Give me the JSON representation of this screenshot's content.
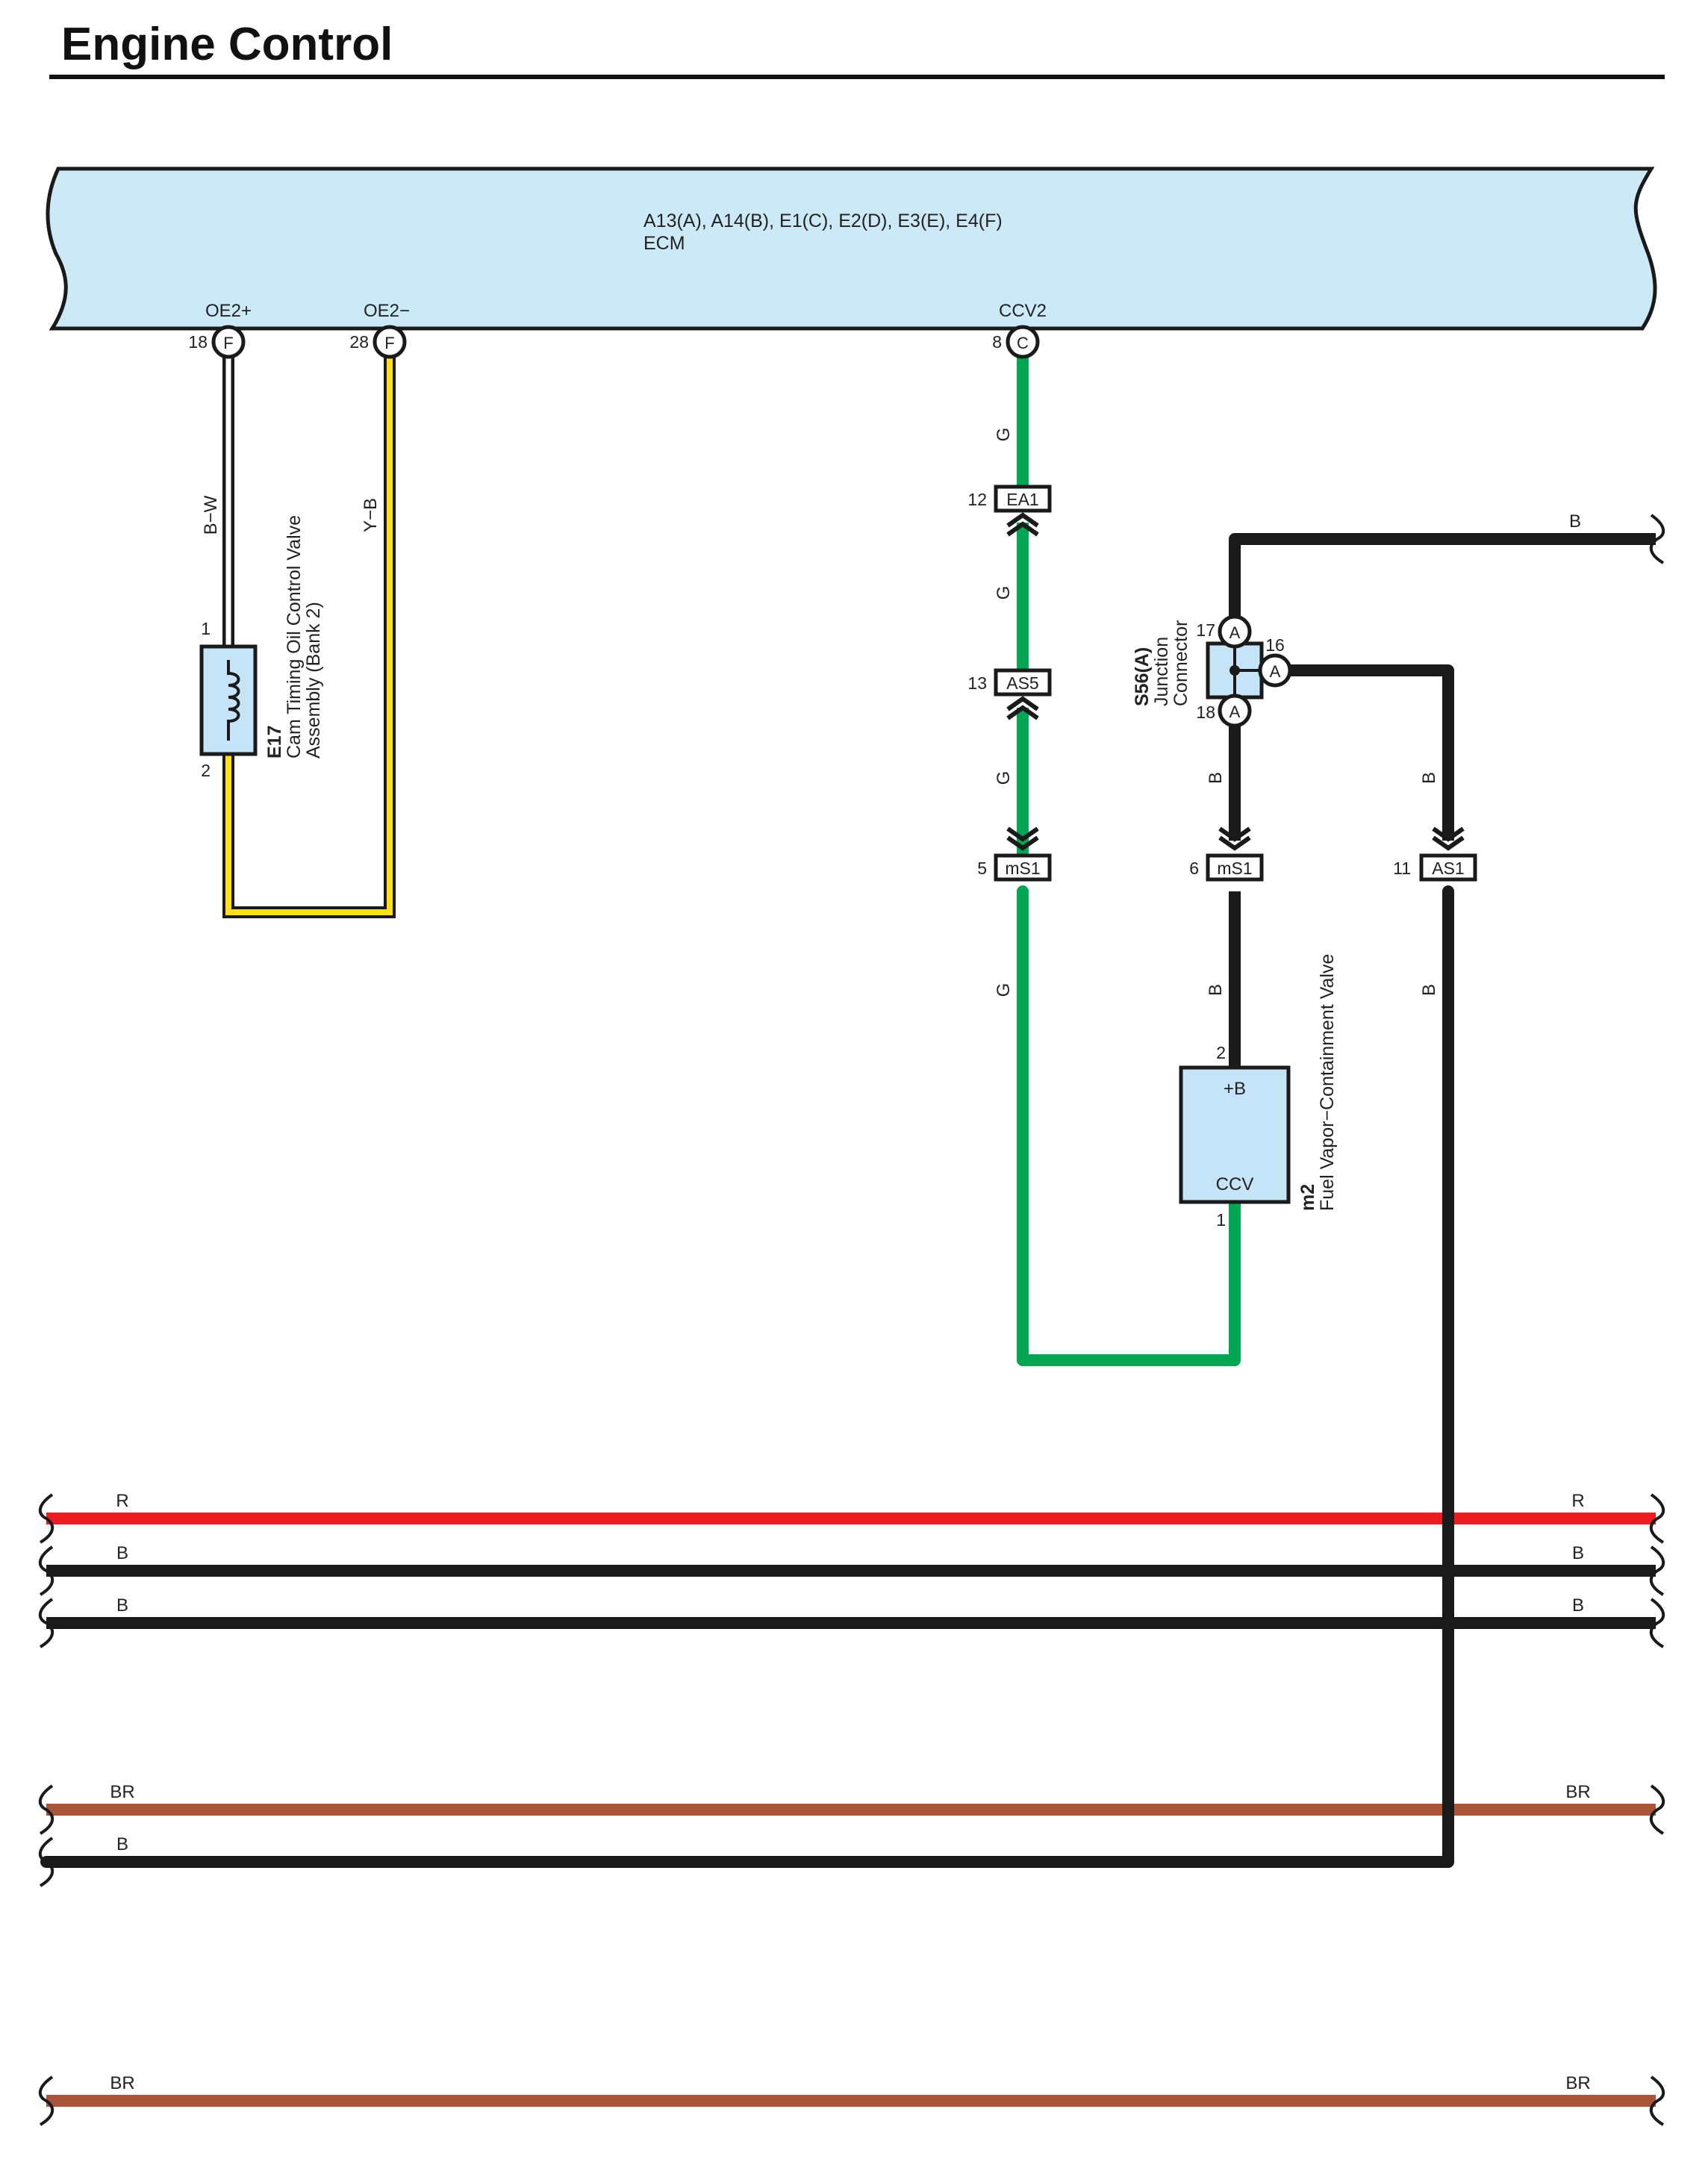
{
  "title": "Engine Control",
  "colors": {
    "ecm_fill": "#cce9f8",
    "component_fill": "#c5e4f7",
    "wire_black": "#1a1a1a",
    "wire_green": "#00a651",
    "wire_yellow": "#ffe01b",
    "wire_red": "#ed1c24",
    "wire_brown": "#a9553a"
  },
  "ecm": {
    "connectors": "A13(A), A14(B), E1(C), E2(D), E3(E), E4(F)",
    "name": "ECM",
    "terminals": [
      {
        "name": "OE2+",
        "pin": "18",
        "connector": "F"
      },
      {
        "name": "OE2−",
        "pin": "28",
        "connector": "F"
      },
      {
        "name": "CCV2",
        "pin": "8",
        "connector": "C"
      }
    ]
  },
  "components": {
    "e17": {
      "code": "E17",
      "line1": "Cam Timing Oil Control Valve",
      "line2": "Assembly (Bank 2)",
      "pin_top": "1",
      "pin_bottom": "2"
    },
    "s56": {
      "code": "S56(A)",
      "line1": "Junction",
      "line2": "Connector",
      "pins": [
        "17",
        "16",
        "18"
      ],
      "connector": "A"
    },
    "m2": {
      "code": "m2",
      "name": "Fuel Vapor−Containment Valve",
      "pin_top": "2",
      "pin_bottom": "1",
      "terminal_top": "+B",
      "terminal_bottom": "CCV"
    }
  },
  "inline_connectors": [
    {
      "name": "EA1",
      "pin": "12"
    },
    {
      "name": "AS5",
      "pin": "13"
    },
    {
      "name": "mS1",
      "pin": "5"
    },
    {
      "name": "mS1",
      "pin": "6"
    },
    {
      "name": "AS1",
      "pin": "11"
    }
  ],
  "wire_labels": {
    "bw": "B−W",
    "yb": "Y−B",
    "g": "G",
    "b": "B",
    "r": "R",
    "br": "BR"
  }
}
